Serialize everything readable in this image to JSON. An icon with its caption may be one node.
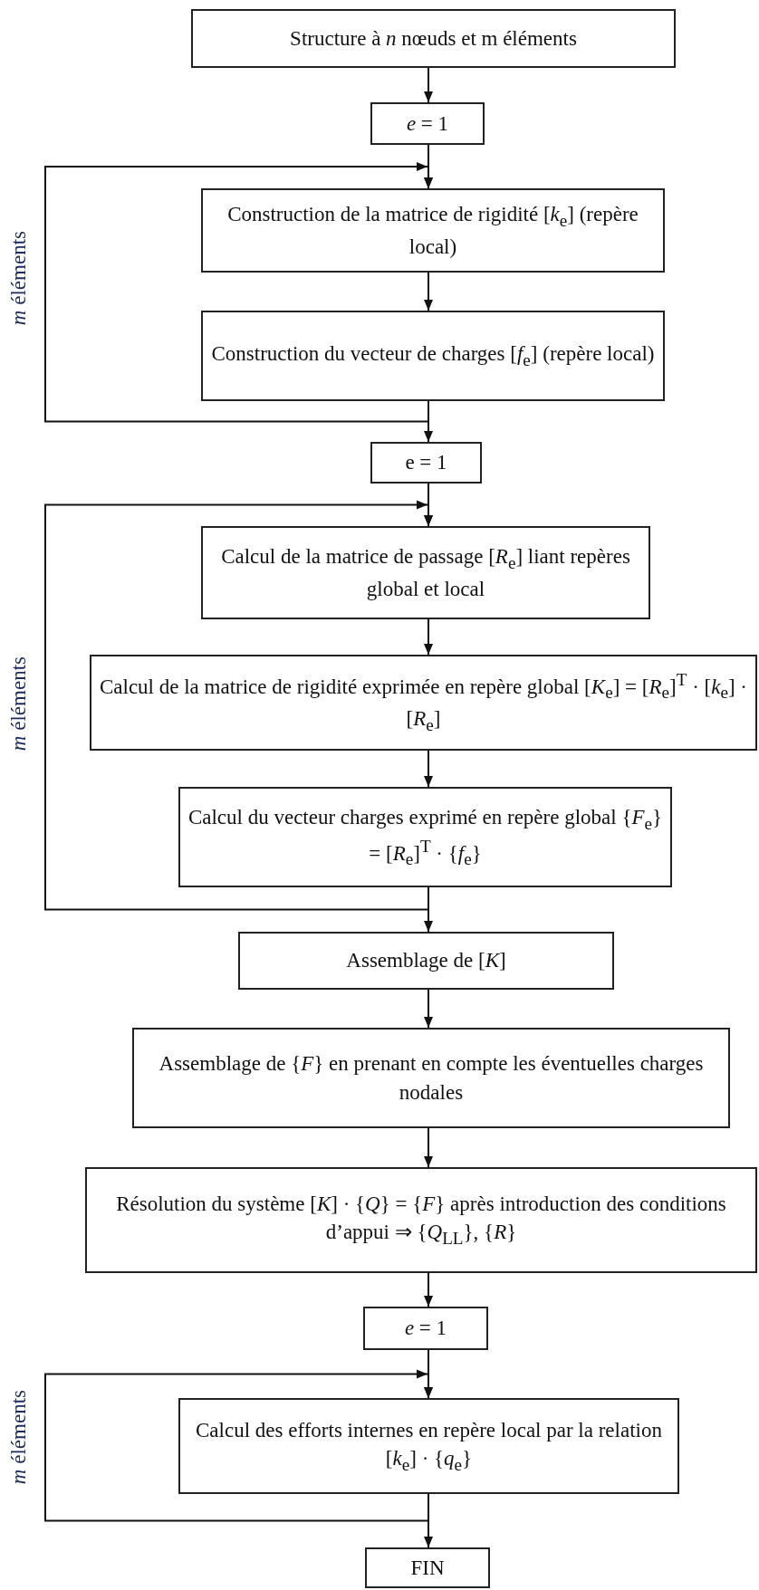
{
  "diagram": {
    "nodes": [
      {
        "text": [
          "Structure à *n* nœuds et m éléments"
        ]
      },
      {
        "text": [
          "*e* = 1"
        ]
      },
      {
        "text": [
          "Construction de la matrice de rigidité [*k*$_{e}$] (repère local)"
        ]
      },
      {
        "text": [
          "Construction du vecteur de charges [*f*$_{e}$] (repère local)"
        ]
      },
      {
        "text": [
          "e = 1"
        ]
      },
      {
        "text": [
          "Calcul de la matrice de passage [*R*$_{e}$] liant repères global et local"
        ]
      },
      {
        "text": [
          "Calcul de la matrice de rigidité exprimée en repère global [*K*$_{e}$] = [*R*$_{e}$]$^{T}$ · [*k*$_{e}$] · [*R*$_{e}$]"
        ]
      },
      {
        "text": [
          "Calcul du vecteur charges exprimé en repère global {*F*$_{e}$} = [*R*$_{e}$]$^{T}$ · {*f*$_{e}$}"
        ]
      },
      {
        "text": [
          "Assemblage de [*K*]"
        ]
      },
      {
        "text": [
          "Assemblage de {*F*} en prenant en compte les éventuelles charges nodales"
        ]
      },
      {
        "text": [
          "Résolution du système [*K*] · {*Q*} = {*F*} après introduction des conditions d’appui ⇒ {*Q*$_{LL}$}, {*R*}"
        ]
      },
      {
        "text": [
          "*e* = 1"
        ]
      },
      {
        "text": [
          "Calcul des efforts internes en repère local par la relation [*k*$_{e}$] · {*q*$_{e}$}"
        ]
      },
      {
        "text": [
          "FIN"
        ]
      }
    ],
    "edges": [
      {
        "from": 0,
        "to": 1,
        "arrow": "to"
      },
      {
        "from": 1,
        "to": 2,
        "arrow": "to"
      },
      {
        "from": 2,
        "to": 3,
        "arrow": "to"
      },
      {
        "from": 3,
        "to": 4,
        "arrow": "to"
      },
      {
        "from": 3,
        "to": 2,
        "arrow": "to"
      },
      {
        "from": 4,
        "to": 5,
        "arrow": "to"
      },
      {
        "from": 5,
        "to": 6,
        "arrow": "to"
      },
      {
        "from": 6,
        "to": 7,
        "arrow": "to"
      },
      {
        "from": 7,
        "to": 8,
        "arrow": "to"
      },
      {
        "from": 7,
        "to": 5,
        "arrow": "to"
      },
      {
        "from": 8,
        "to": 9,
        "arrow": "to"
      },
      {
        "from": 9,
        "to": 10,
        "arrow": "to"
      },
      {
        "from": 10,
        "to": 11,
        "arrow": "to"
      },
      {
        "from": 11,
        "to": 12,
        "arrow": "to"
      },
      {
        "from": 12,
        "to": 13,
        "arrow": "to"
      },
      {
        "from": 12,
        "to": 12,
        "arrow": "to"
      }
    ],
    "labels": [
      "*m* éléments",
      "*m* éléments",
      "*m* éléments"
    ]
  }
}
